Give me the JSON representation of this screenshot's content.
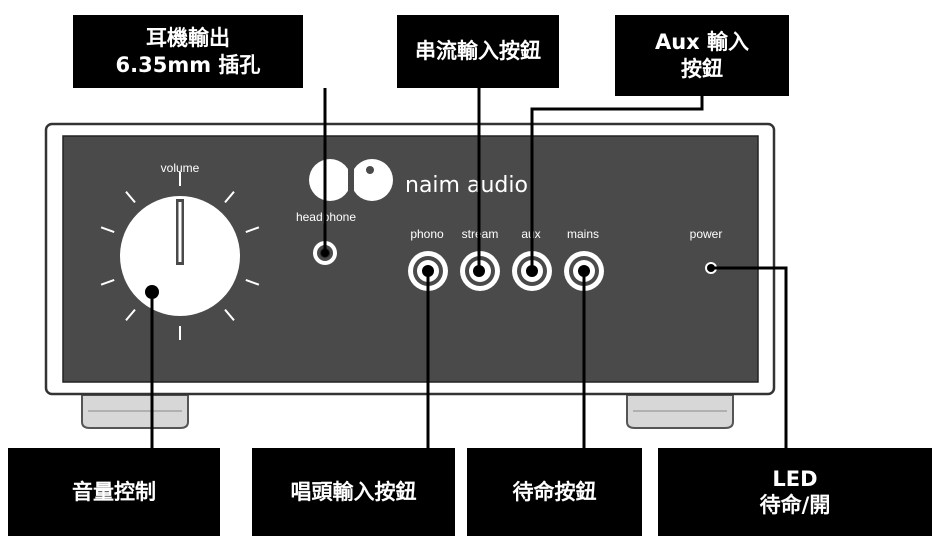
{
  "callouts": {
    "headphone": "耳機輸出\n6.35mm 插孔",
    "stream": "串流輸入按鈕",
    "aux": "Aux 輸入\n按鈕",
    "volume": "音量控制",
    "phono": "唱頭輸入按鈕",
    "standby": "待命按鈕",
    "led": "LED\n待命/開"
  },
  "panel": {
    "volume_label": "volume",
    "brand": "naim audio",
    "headphone_label": "headphone",
    "phono_label": "phono",
    "stream_label": "stream",
    "aux_label": "aux",
    "mains_label": "mains",
    "power_label": "power"
  },
  "colors": {
    "panel": "#4a4a4a",
    "frame": "#ffffff",
    "callout_bg": "#000000",
    "callout_text": "#ffffff",
    "leader": "#000000"
  }
}
